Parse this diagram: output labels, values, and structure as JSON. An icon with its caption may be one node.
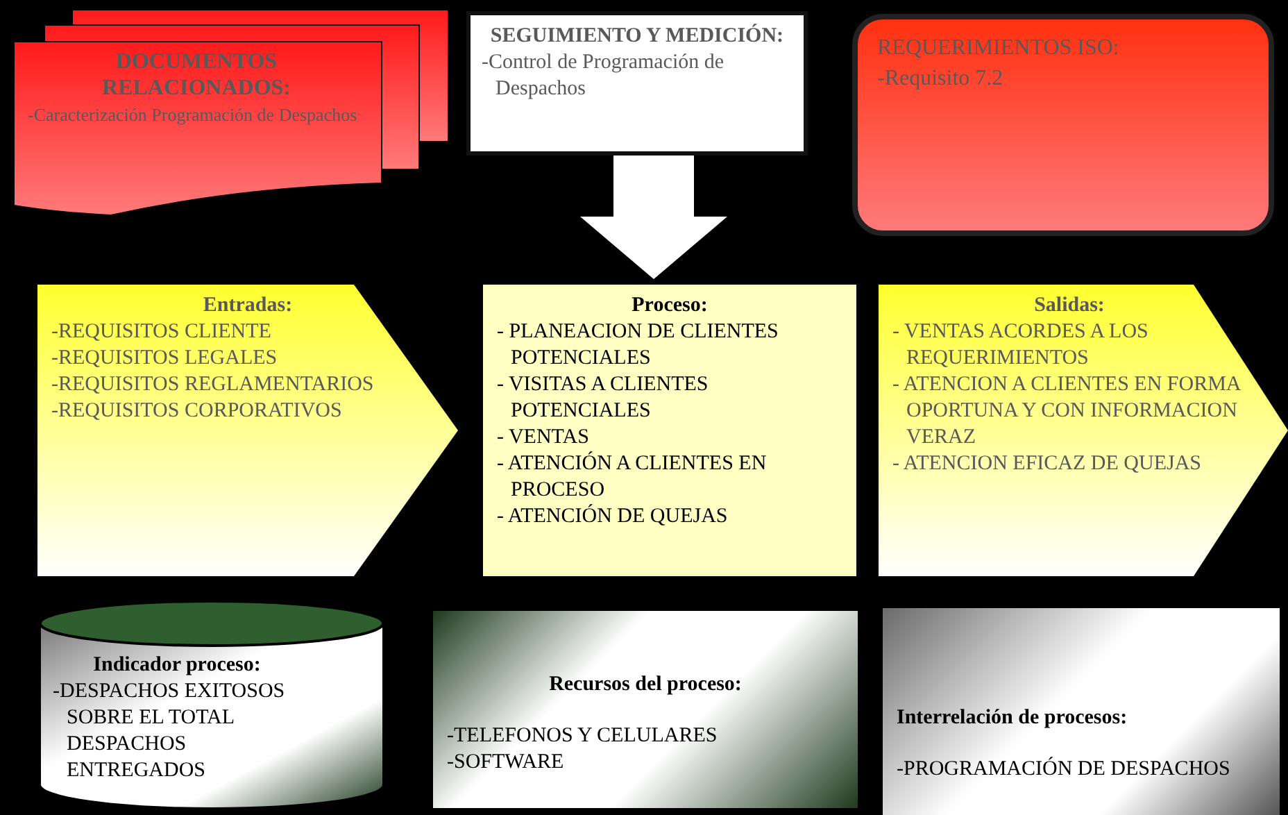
{
  "diagram": {
    "nodes": [
      {
        "text": [
          "DOCUMENTOS RELACIONADOS:",
          "-Caracterización Programación de Despachos"
        ]
      },
      {
        "text": [
          "SEGUIMIENTO Y MEDICIÓN:",
          "-Control de Programación de Despachos"
        ]
      },
      {
        "text": [
          "REQUERIMIENTOS ISO:",
          "-Requisito 7.2"
        ]
      },
      {
        "text": [
          "Entradas:",
          "-REQUISITOS CLIENTE",
          "-REQUISITOS LEGALES",
          "-REQUISITOS REGLAMENTARIOS",
          "-REQUISITOS CORPORATIVOS"
        ]
      },
      {
        "text": [
          "Proceso:",
          "- PLANEACION DE CLIENTES POTENCIALES",
          "- VISITAS A CLIENTES POTENCIALES",
          "- VENTAS",
          "- ATENCIÓN A CLIENTES EN PROCESO",
          "- ATENCIÓN DE QUEJAS"
        ]
      },
      {
        "text": [
          "Salidas:",
          "- VENTAS ACORDES A LOS REQUERIMIENTOS",
          "- ATENCION A CLIENTES EN FORMA OPORTUNA Y CON INFORMACION VERAZ",
          "- ATENCION EFICAZ DE QUEJAS"
        ]
      },
      {
        "text": [
          "Indicador proceso:",
          "-DESPACHOS EXITOSOS SOBRE EL TOTAL DESPACHOS ENTREGADOS"
        ]
      },
      {
        "text": [
          "Recursos del proceso:",
          "-TELEFONOS Y CELULARES",
          "-SOFTWARE"
        ]
      },
      {
        "text": [
          "Interrelación de procesos:",
          "-PROGRAMACIÓN DE DESPACHOS"
        ]
      }
    ],
    "edges": [
      {
        "from": 1,
        "to": 4,
        "arrow": "to"
      }
    ]
  }
}
